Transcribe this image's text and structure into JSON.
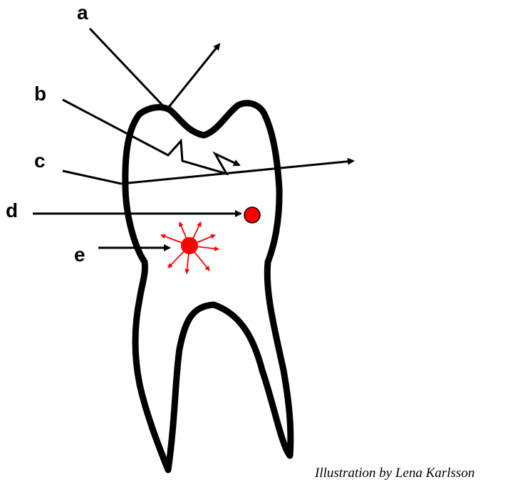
{
  "labels": {
    "a": "a",
    "b": "b",
    "c": "c",
    "d": "d",
    "e": "e"
  },
  "credit": "Illustration by Lena Karlsson",
  "colors": {
    "outline": "#000000",
    "arrow": "#000000",
    "particle": "#ff0000",
    "background": "#ffffff"
  }
}
